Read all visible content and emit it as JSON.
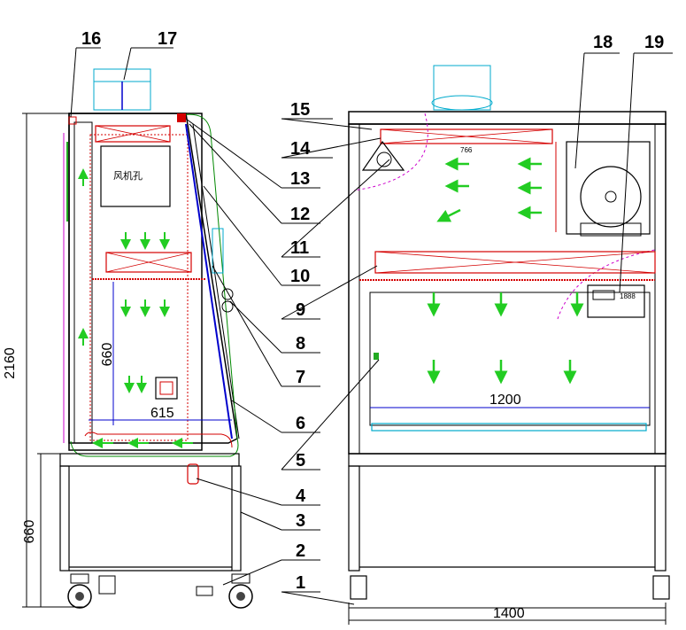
{
  "callouts": [
    "1",
    "2",
    "3",
    "4",
    "5",
    "6",
    "7",
    "8",
    "9",
    "10",
    "11",
    "12",
    "13",
    "14",
    "15",
    "16",
    "17",
    "18",
    "19"
  ],
  "dimensions": {
    "total_height": "2160",
    "leg_height": "660",
    "inner_height": "660",
    "depth_inner": "615",
    "width_total": "1400",
    "width_inner": "1200",
    "filter_width": "766"
  },
  "labels": {
    "fan_hole": "风机孔",
    "display_readout": "1888"
  },
  "colors": {
    "frame": "#000000",
    "filter": "#d40000",
    "airflow": "#22cc22",
    "magenta": "#cc00cc",
    "cyan": "#00aacc",
    "blue": "#0000cc",
    "green_outline": "#008800"
  }
}
